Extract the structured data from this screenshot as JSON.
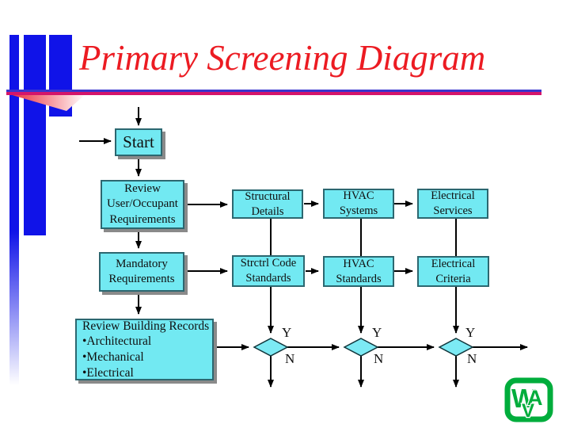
{
  "slide": {
    "title": "Primary Screening Diagram"
  },
  "colors": {
    "title_red": "#ec1b22",
    "bar_blue": "#1013e8",
    "rule_blue": "#3a35cd",
    "rule_crimson": "#d4156a",
    "node_fill_cyan": "#72e9f2",
    "node_border": "#2c6770",
    "node_shadow_gray": "#8a8a8a",
    "connector_black": "#000000",
    "logo_green": "#00ad3c"
  },
  "nodes": {
    "start": "Start",
    "review_user": "Review\nUser/Occupant\nRequirements",
    "structural_details": "Structural\nDetails",
    "hvac_systems": "HVAC\nSystems",
    "electrical_services": "Electrical\nServices",
    "mandatory": "Mandatory\nRequirements",
    "strctrl_code": "Strctrl Code\nStandards",
    "hvac_standards": "HVAC\nStandards",
    "electrical_criteria": "Electrical\nCriteria",
    "review_building": "Review Building Records\n•Architectural\n•Mechanical\n•Electrical"
  },
  "decisions": {
    "yes_label": "Y",
    "no_label": "N"
  },
  "logo": {
    "letter_w": "W",
    "letter_a": "A",
    "letter_v": "V"
  }
}
